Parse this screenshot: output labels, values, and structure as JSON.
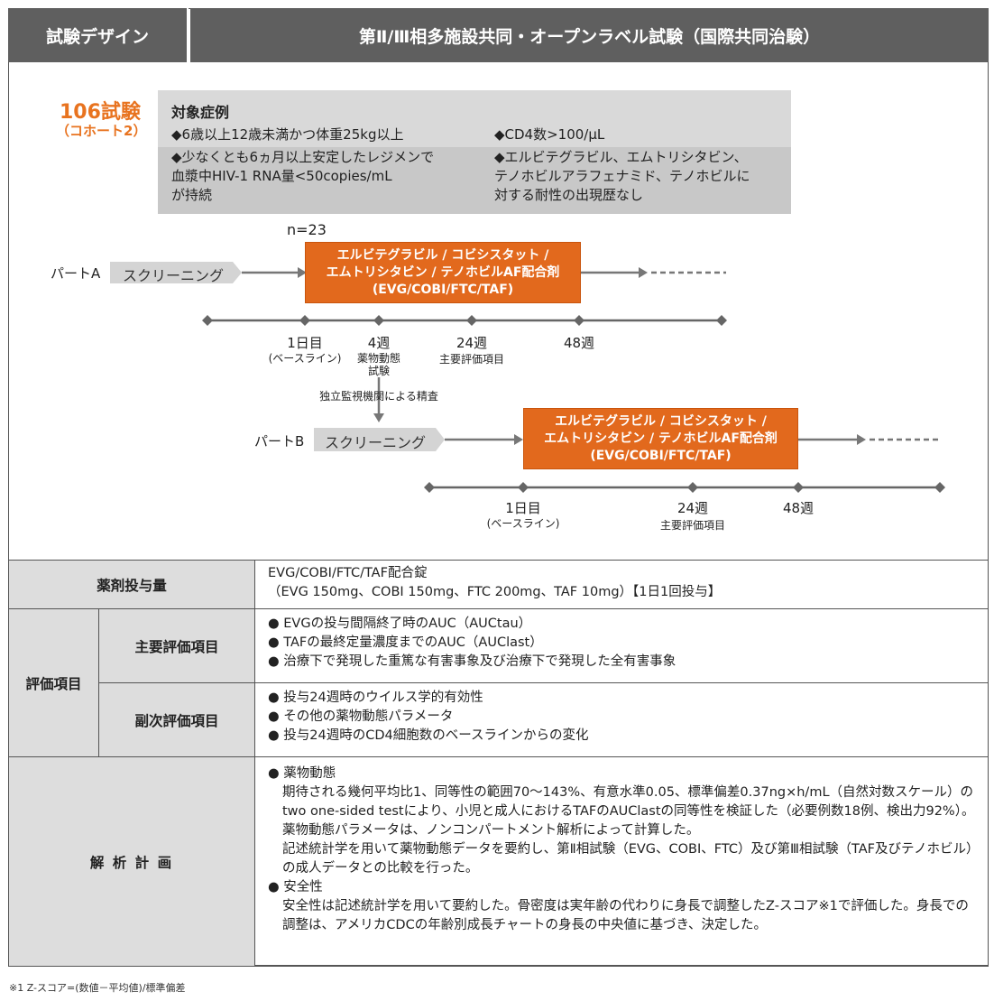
{
  "header": {
    "left": "試験デザイン",
    "right": "第Ⅱ/Ⅲ相多施設共同・オープンラベル試験（国際共同治験）"
  },
  "study": {
    "name": "106試験",
    "cohort": "（コホート2）"
  },
  "criteria": {
    "title": "対象症例",
    "items": [
      "◆6歳以上12歳未満かつ体重25kg以上",
      "◆CD4数>100/μL",
      "◆少なくとも6ヵ月以上安定したレジメンで\n血漿中HIV-1 RNA量<50copies/mL\nが持続",
      "◆エルビテグラビル、エムトリシタビン、\nテノホビルアラフェナミド、テノホビルに\n対する耐性の出現歴なし"
    ]
  },
  "diagram": {
    "n_label": "n=23",
    "partA": {
      "label": "パートA",
      "screening": "スクリーニング",
      "drug": "エルビテグラビル / コビシスタット /\nエムトリシタビン / テノホビルAF配合剤\n(EVG/COBI/FTC/TAF)",
      "ticks": [
        "1日目",
        "4週",
        "24週",
        "48週"
      ],
      "sub_baseline": "(ベースライン)",
      "sub_pk": "薬物動態\n試験",
      "sub_primary": "主要評価項目"
    },
    "review": "独立監視機関による精査",
    "partB": {
      "label": "パートB",
      "screening": "スクリーニング",
      "drug": "エルビテグラビル / コビシスタット /\nエムトリシタビン / テノホビルAF配合剤\n(EVG/COBI/FTC/TAF)",
      "ticks": [
        "1日目",
        "24週",
        "48週"
      ],
      "sub_baseline": "(ベースライン)",
      "sub_primary": "主要評価項目"
    }
  },
  "table": {
    "dose": {
      "label": "薬剤投与量",
      "line1": "EVG/COBI/FTC/TAF配合錠",
      "line2": "（EVG 150mg、COBI 150mg、FTC 200mg、TAF 10mg）【1日1回投与】"
    },
    "endpoints": {
      "label": "評価項目",
      "primary_label": "主要評価項目",
      "primary": [
        "● EVGの投与間隔終了時のAUC（AUCtau）",
        "● TAFの最終定量濃度までのAUC（AUClast）",
        "● 治療下で発現した重篤な有害事象及び治療下で発現した全有害事象"
      ],
      "secondary_label": "副次評価項目",
      "secondary": [
        "● 投与24週時のウイルス学的有効性",
        "● その他の薬物動態パラメータ",
        "● 投与24週時のCD4細胞数のベースラインからの変化"
      ]
    },
    "analysis": {
      "label": "解 析 計 画",
      "pk_head": "● 薬物動態",
      "pk_text": [
        "期待される幾何平均比1、同等性の範囲70～143%、有意水準0.05、標準偏差0.37ng×h/mL（自然対数スケール）のtwo one-sided testにより、小児と成人におけるTAFのAUClastの同等性を検証した（必要例数18例、検出力92%）。",
        "薬物動態パラメータは、ノンコンパートメント解析によって計算した。",
        "記述統計学を用いて薬物動態データを要約し、第Ⅱ相試験（EVG、COBI、FTC）及び第Ⅲ相試験（TAF及びテノホビル）の成人データとの比較を行った。"
      ],
      "safety_head": "● 安全性",
      "safety_text": "安全性は記述統計学を用いて要約した。骨密度は実年齢の代わりに身長で調整したZ-スコア※1で評価した。身長での調整は、アメリカCDCの年齢別成長チャートの身長の中央値に基づき、決定した。"
    }
  },
  "footnote": "※1 Z-スコア=(数値－平均値)/標準偏差"
}
